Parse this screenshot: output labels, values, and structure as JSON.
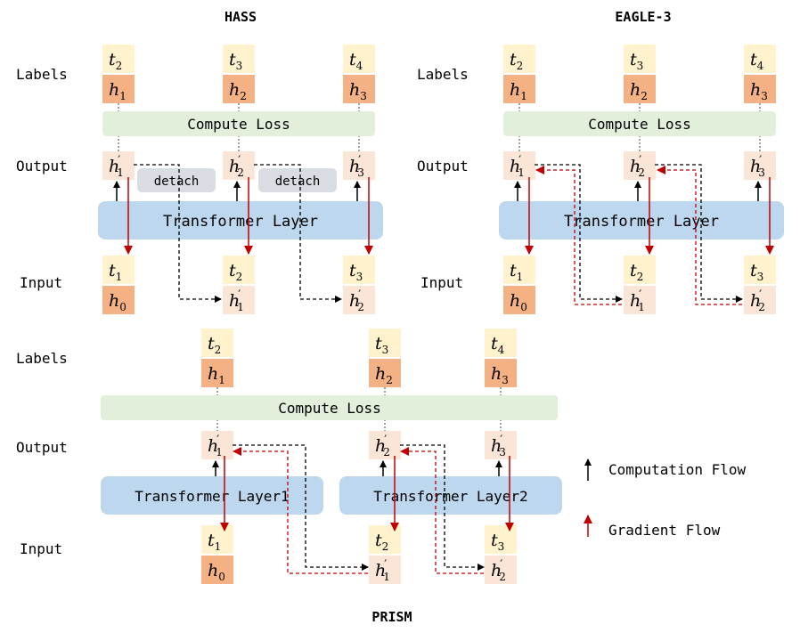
{
  "titles": {
    "hass": "HASS",
    "eagle3": "EAGLE-3",
    "prism": "PRISM"
  },
  "row_labels": {
    "labels": "Labels",
    "output": "Output",
    "input": "Input"
  },
  "loss": "Compute Loss",
  "transformer": "Transformer Layer",
  "transformer1": "Transformer Layer1",
  "transformer2": "Transformer Layer2",
  "detach": "detach",
  "tokens": {
    "t": [
      "t",
      "t",
      "t",
      "t"
    ],
    "h": [
      "h",
      "h",
      "h",
      "h"
    ],
    "sub": [
      "0",
      "1",
      "2",
      "3",
      "4"
    ],
    "prime": "′"
  },
  "legend": {
    "computation": "Computation Flow",
    "gradient": "Gradient Flow"
  },
  "colors": {
    "t_box": "#fff2cc",
    "h_box": "#f4b183",
    "hprime_box": "#fbe5d6",
    "loss_box": "#e2efda",
    "transformer_box": "#bdd7ee",
    "detach_box": "#d9dde3",
    "computation_arrow": "#000000",
    "gradient_arrow": "#c00000"
  }
}
